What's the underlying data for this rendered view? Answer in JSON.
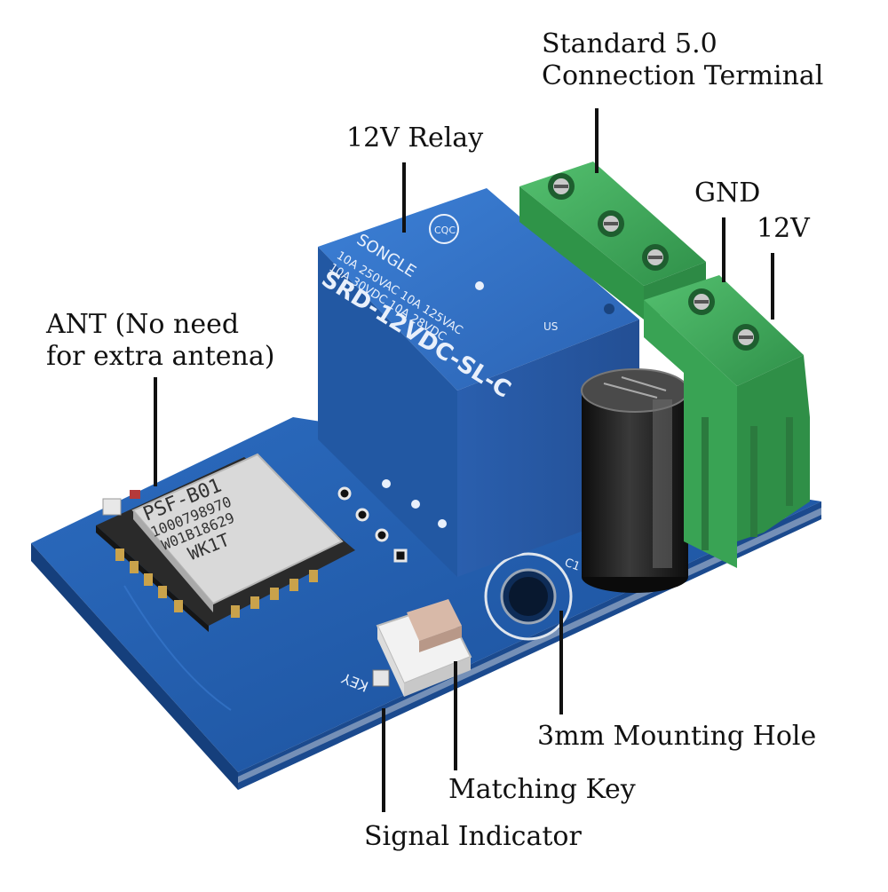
{
  "labels": {
    "terminal_line1": "Standard 5.0",
    "terminal_line2": "Connection Terminal",
    "relay": "12V Relay",
    "gnd": "GND",
    "v12": "12V",
    "ant_line1": "ANT (No need",
    "ant_line2": "for extra antena)",
    "mounting_hole": "3mm Mounting Hole",
    "matching_key": "Matching Key",
    "signal_indicator": "Signal Indicator"
  },
  "relay_markings": {
    "line1": "SRD-12VDC-SL-C",
    "line2": "10A 250VAC  10A 125VAC",
    "line3": "10A 30VDC   10A 28VDC",
    "brand": "SONGLE",
    "cqc": "CQC",
    "us": "US"
  },
  "module_markings": {
    "model": "PSF-B01",
    "serial1": "1000798970",
    "serial2": "W01B18629",
    "code": "WK1T"
  },
  "board_markings": {
    "key": "KEY",
    "cap_ref": "C1"
  },
  "colors": {
    "pcb": "#1e5aa8",
    "relay": "#2f6fc4",
    "terminal": "#3fa65a",
    "capacitor": "#1a1a1a",
    "shield": "#d6d6d6"
  }
}
